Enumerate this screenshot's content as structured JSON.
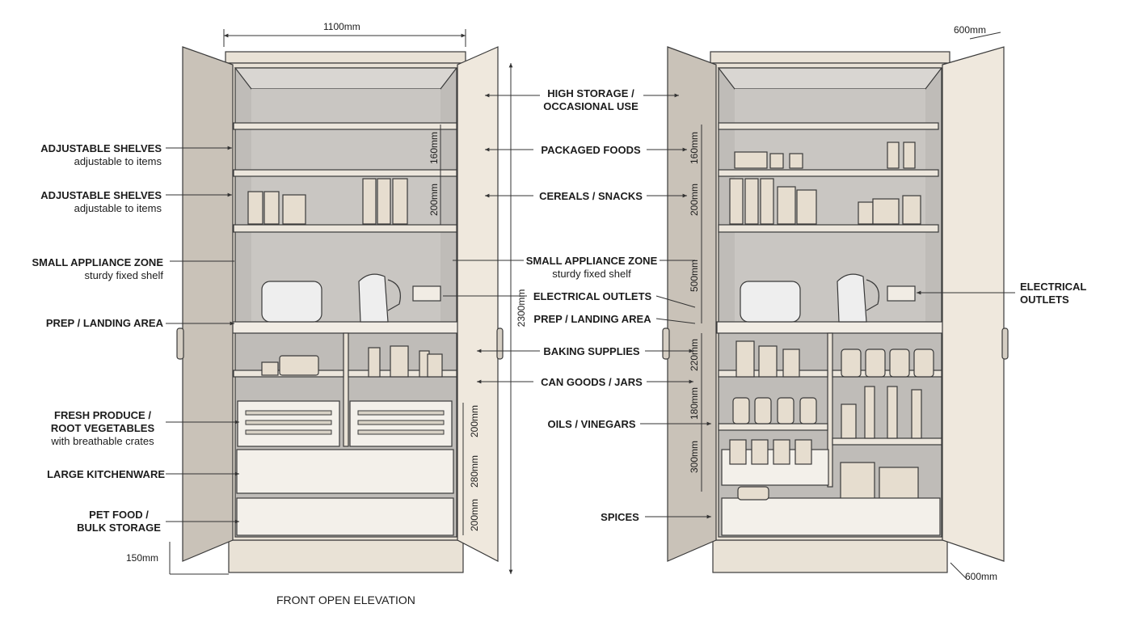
{
  "left_labels": [
    {
      "title": "ADJUSTABLE SHELVES",
      "sub": "adjustable to items"
    },
    {
      "title": "ADJUSTABLE SHELVES",
      "sub": "adjustable to items"
    },
    {
      "title": "SMALL APPLIANCE ZONE",
      "sub": "sturdy fixed shelf"
    },
    {
      "title": "PREP / LANDING AREA",
      "sub": ""
    },
    {
      "title": "FRESH PRODUCE /",
      "title2": "ROOT VEGETABLES",
      "sub": "with breathable crates"
    },
    {
      "title": "LARGE KITCHENWARE",
      "sub": ""
    },
    {
      "title": "PET FOOD /",
      "title2": "BULK STORAGE",
      "sub": ""
    }
  ],
  "center_labels": [
    {
      "title": "HIGH STORAGE /",
      "title2": "OCCASIONAL USE"
    },
    {
      "title": "PACKAGED FOODS"
    },
    {
      "title": "CEREALS / SNACKS"
    },
    {
      "title": "SMALL APPLIANCE ZONE",
      "sub": "sturdy fixed shelf"
    },
    {
      "title": "ELECTRICAL OUTLETS"
    },
    {
      "title": "PREP / LANDING AREA"
    },
    {
      "title": "BAKING SUPPLIES"
    },
    {
      "title": "CAN GOODS / JARS"
    },
    {
      "title": "OILS / VINEGARS"
    },
    {
      "title": "SPICES"
    }
  ],
  "right_labels": [
    {
      "title": "ELECTRICAL",
      "title2": "OUTLETS"
    }
  ],
  "dimensions": {
    "width": "1100mm",
    "height": "2300mm",
    "plinth": "150mm",
    "depth_top": "600mm",
    "depth_bottom": "600mm",
    "left_shelf_1": "160mm",
    "left_shelf_2": "200mm",
    "left_drawer_1": "200mm",
    "left_drawer_2": "280mm",
    "left_drawer_3": "200mm",
    "right_1": "160mm",
    "right_2": "200mm",
    "right_3": "500mm",
    "right_4": "220mm",
    "right_5": "180mm",
    "right_6": "300mm"
  },
  "caption": "FRONT OPEN ELEVATION",
  "colors": {
    "outline": "#3a3a3a",
    "carcass": "#e9e2d6",
    "interior_back": "#bfbcb8",
    "interior_light": "#d9d6d2",
    "door_inner": "#c9c2b8",
    "door_face": "#efe8dd",
    "shelf": "#ece6dc",
    "drawer": "#f3f0ea"
  }
}
